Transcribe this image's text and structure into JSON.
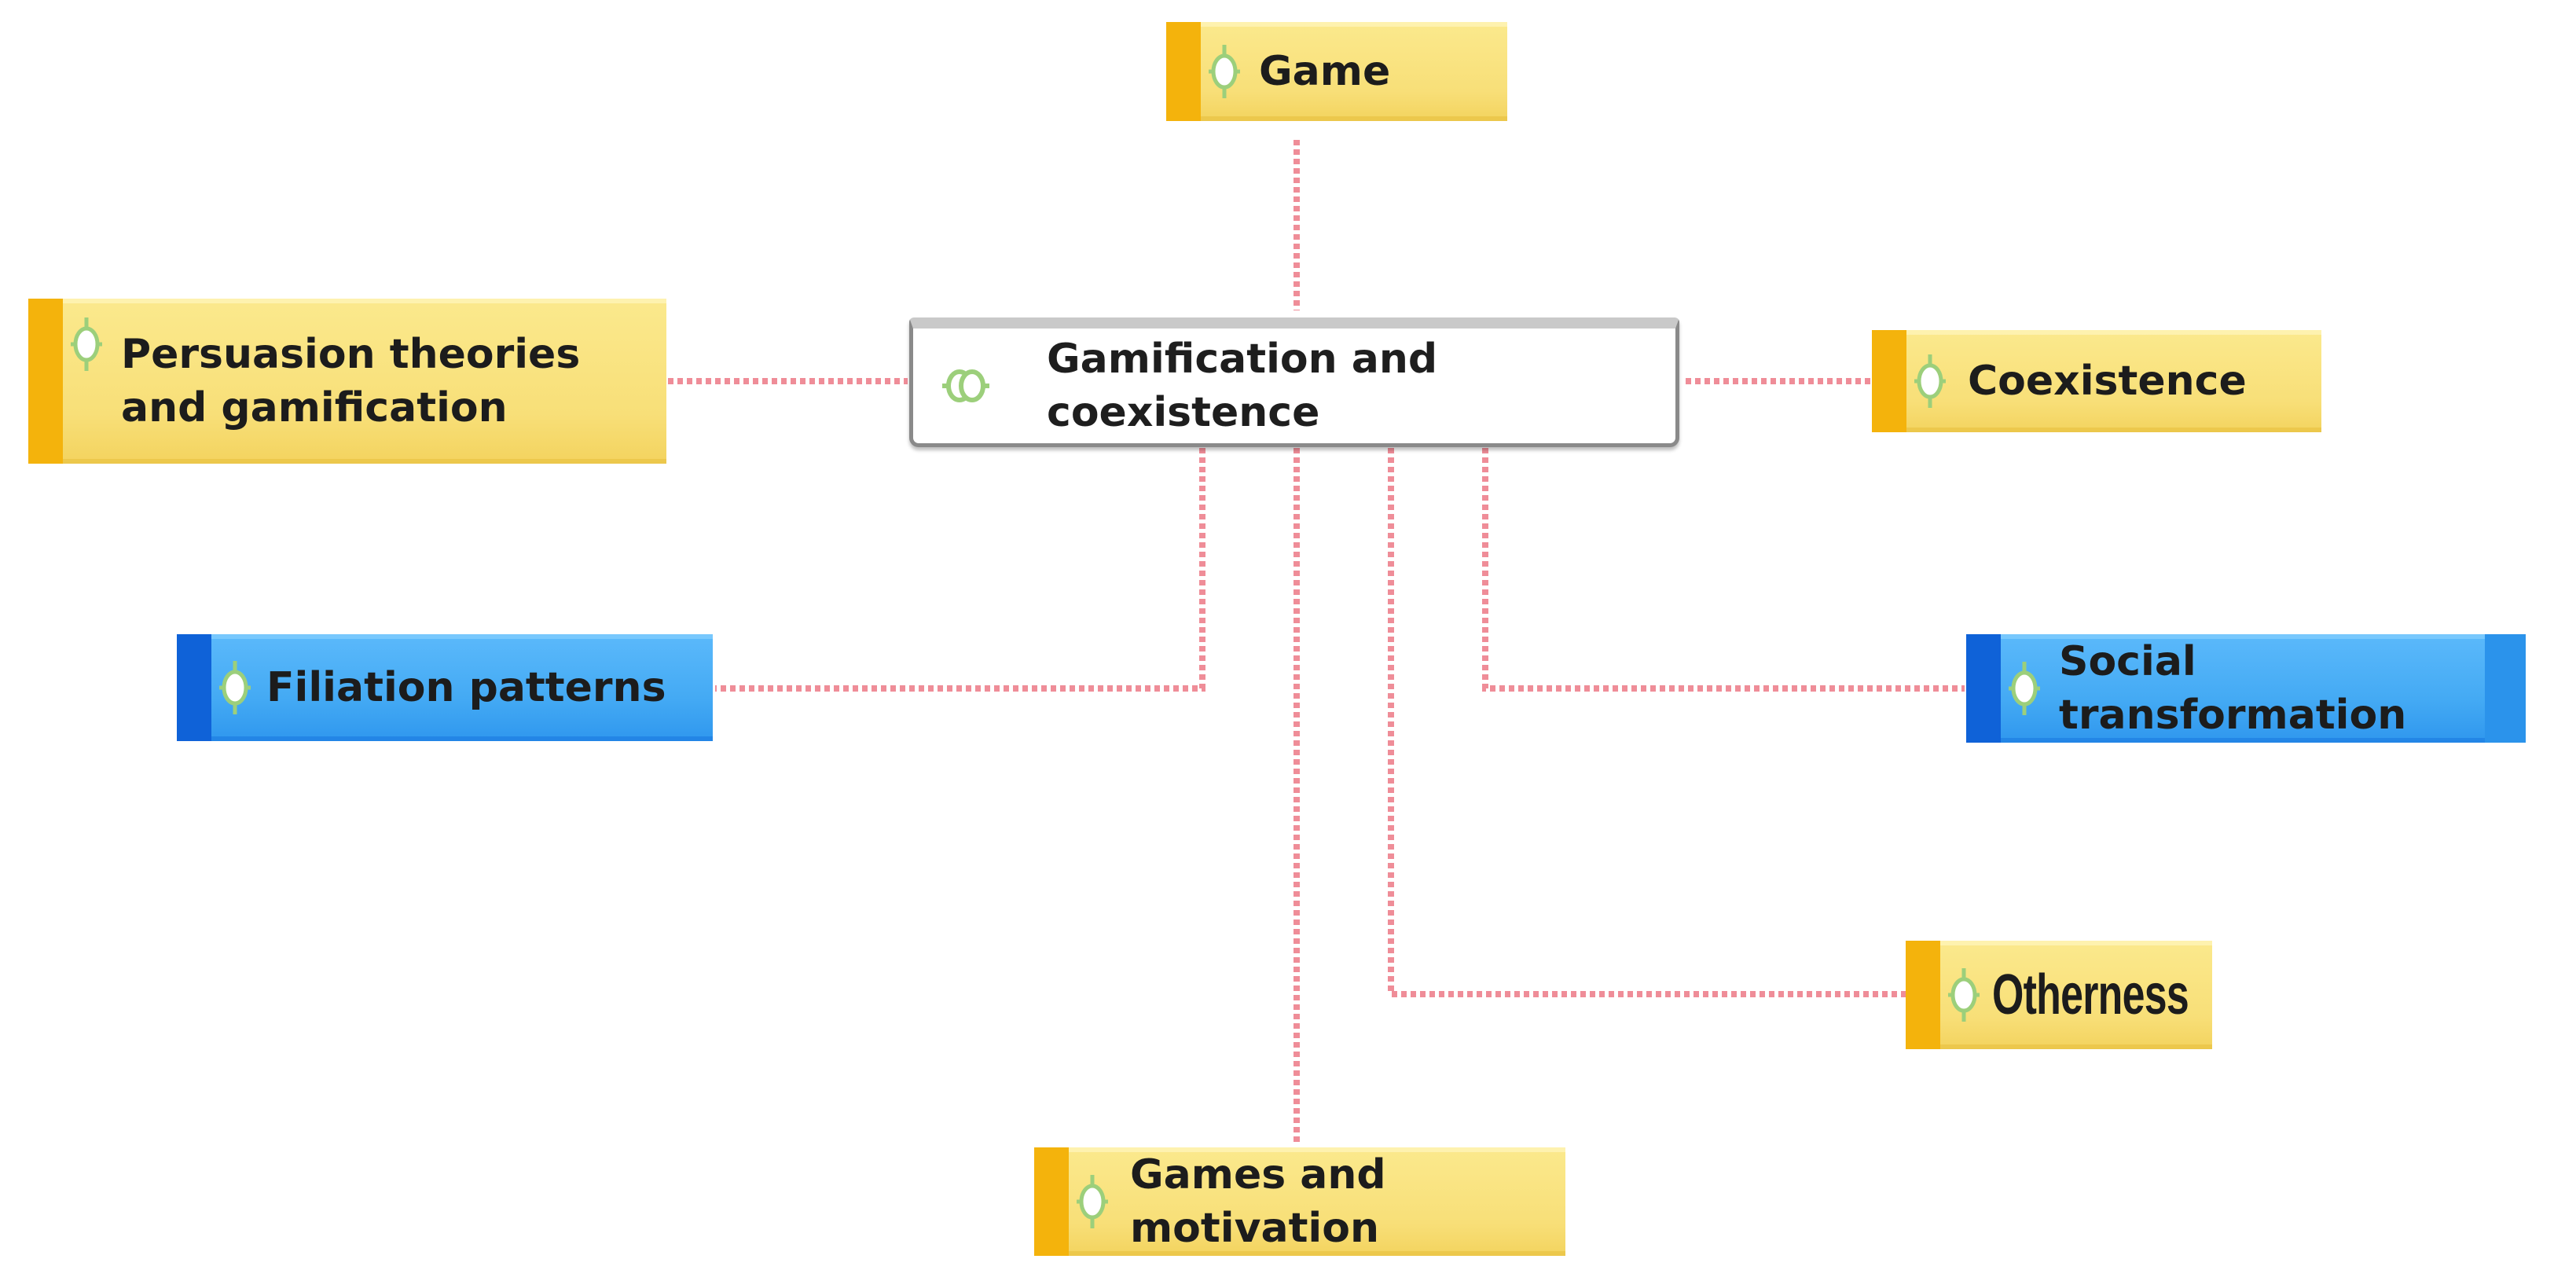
{
  "colors": {
    "link": "#ef8d98",
    "yellow_fill": "#f8df78",
    "yellow_bar": "#f4b30c",
    "blue_fill": "#44aaf4",
    "blue_bar": "#0f62d8",
    "code_icon_green": "#9ccf7b"
  },
  "central": {
    "icon": "code-group-icon",
    "label_line1": "Gamification and",
    "label_line2": "coexistence"
  },
  "nodes": {
    "game": {
      "label": "Game",
      "icon": "code-icon"
    },
    "persuasion": {
      "label_line1": "Persuasion theories",
      "label_line2": "and gamification",
      "icon": "code-icon"
    },
    "coexistence": {
      "label": "Coexistence",
      "icon": "code-icon"
    },
    "filiation": {
      "label": "Filiation patterns",
      "icon": "code-icon"
    },
    "social": {
      "label_line1": "Social",
      "label_line2": "transformation",
      "icon": "code-icon"
    },
    "otherness": {
      "label": "Otherness",
      "icon": "code-icon"
    },
    "games_motivation": {
      "label_line1": "Games and",
      "label_line2": "motivation",
      "icon": "code-icon"
    }
  }
}
